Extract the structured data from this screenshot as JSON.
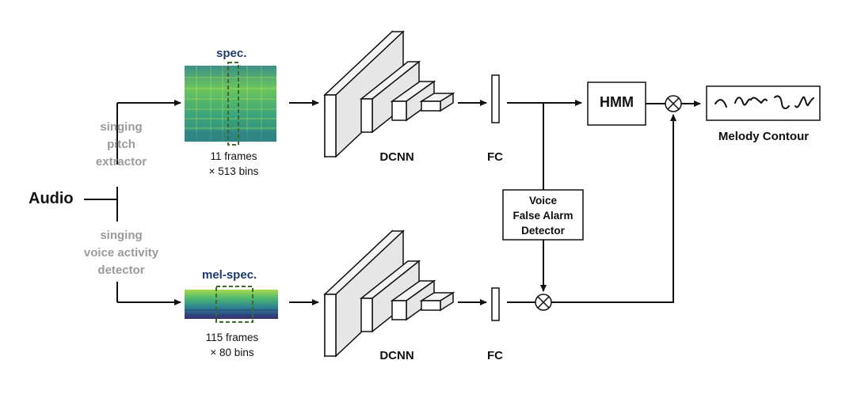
{
  "labels": {
    "audio": "Audio",
    "pitch_extractor": [
      "singing",
      "pitch",
      "extractor"
    ],
    "vad": [
      "singing",
      "voice activity",
      "detector"
    ],
    "spec": "spec.",
    "mel_spec": "mel-spec.",
    "spec_dims": [
      "11 frames",
      "× 513 bins"
    ],
    "mel_dims": [
      "115 frames",
      "× 80 bins"
    ],
    "dcnn_top": "DCNN",
    "dcnn_bottom": "DCNN",
    "fc_top": "FC",
    "fc_bottom": "FC",
    "hmm": "HMM",
    "vfad": [
      "Voice",
      "False Alarm",
      "Detector"
    ],
    "melody_contour": "Melody Contour"
  },
  "colors": {
    "stroke": "#111111",
    "layer_front": "#d8d8d8",
    "layer_side": "#f4f4f4",
    "window_dash": "#3f6b2a",
    "label_gray": "#9a9a9a",
    "label_navy": "#1f3a6b"
  },
  "icons": {
    "multiply": "circled-times-icon",
    "melody": "waveform-icon"
  }
}
